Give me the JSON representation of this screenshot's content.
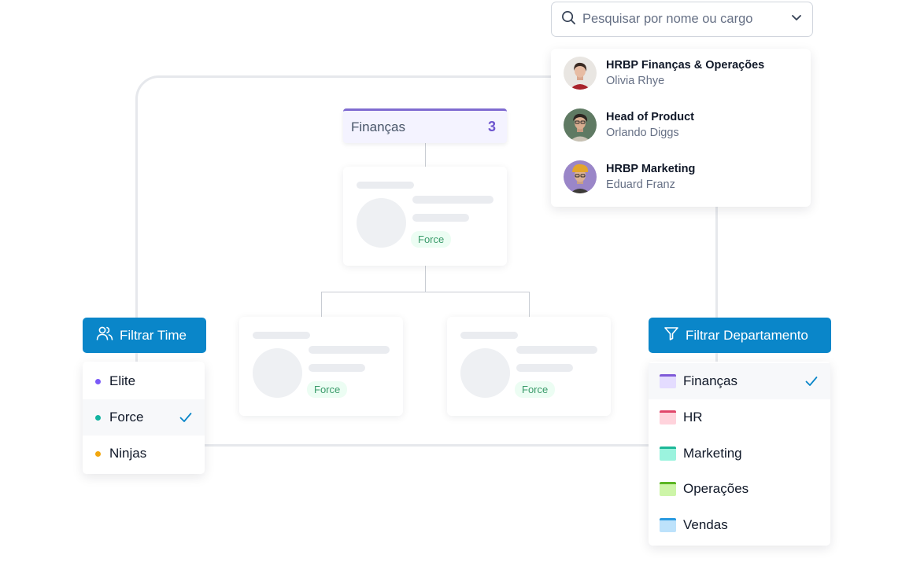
{
  "org_chart": {
    "department": {
      "name": "Finanças",
      "count": "3"
    },
    "team_tag_label": "Force"
  },
  "search": {
    "placeholder": "Pesquisar por nome ou cargo",
    "results": [
      {
        "role": "HRBP Finanças & Operações",
        "name": "Olivia Rhye"
      },
      {
        "role": "Head of Product",
        "name": "Orlando Diggs"
      },
      {
        "role": "HRBP Marketing",
        "name": "Eduard Franz"
      }
    ]
  },
  "team_filter": {
    "button_label": "Filtrar Time",
    "options": [
      {
        "label": "Elite",
        "color": "#7a5af8"
      },
      {
        "label": "Force",
        "color": "#12b3a0",
        "selected": true
      },
      {
        "label": "Ninjas",
        "color": "#f2a60d"
      }
    ]
  },
  "department_filter": {
    "button_label": "Filtrar Departamento",
    "options": [
      {
        "label": "Finanças",
        "fill": "#e4dcff",
        "border": "#7f5ad8",
        "selected": true
      },
      {
        "label": "HR",
        "fill": "#ffd3dc",
        "border": "#e0466a"
      },
      {
        "label": "Marketing",
        "fill": "#9bf3de",
        "border": "#1eb898"
      },
      {
        "label": "Operações",
        "fill": "#cdf5a8",
        "border": "#5cb524"
      },
      {
        "label": "Vendas",
        "fill": "#bde2fb",
        "border": "#2a9ae0"
      }
    ]
  },
  "colors": {
    "accent": "#0a86c9",
    "purple": "#6e56cf"
  }
}
